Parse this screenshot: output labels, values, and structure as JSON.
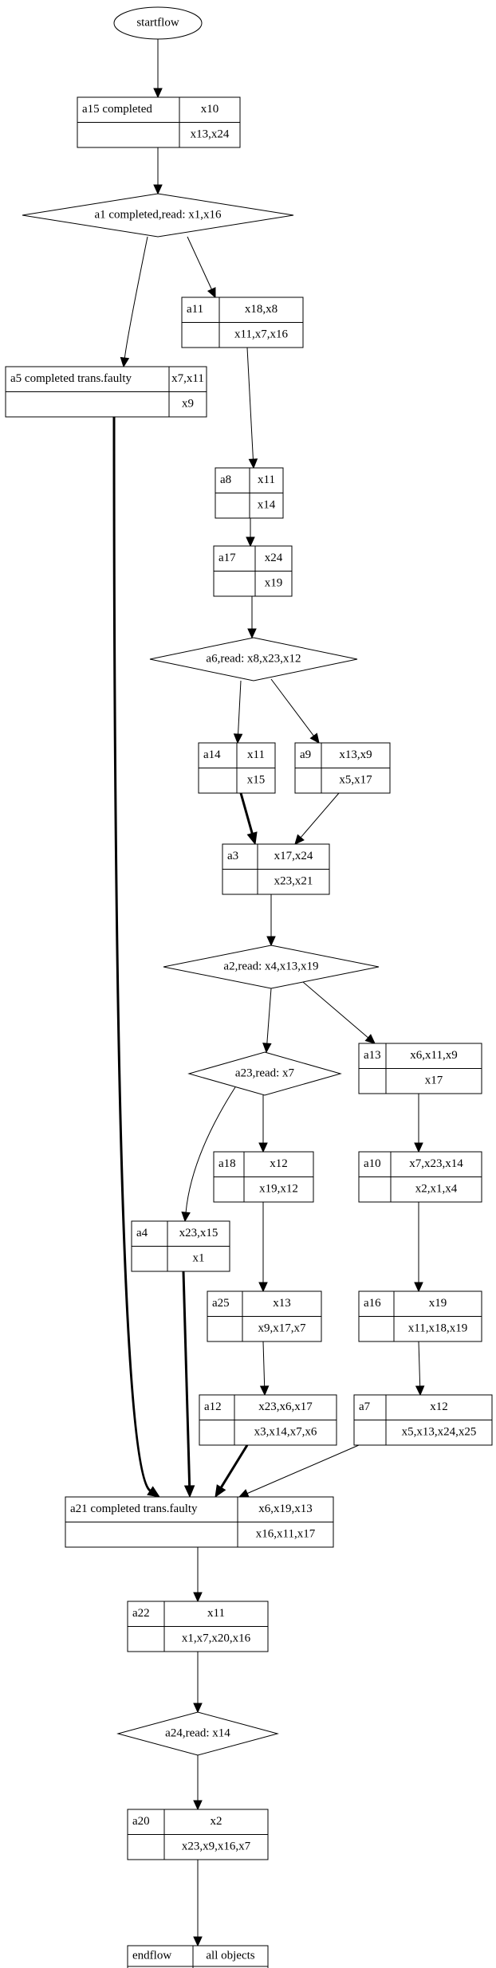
{
  "diagram": {
    "start": "startflow",
    "nodes": {
      "a15": {
        "name": "a15 completed",
        "top": "x10",
        "bottom": "x13,x24"
      },
      "a1": {
        "label": "a1 completed,read: x1,x16"
      },
      "a11": {
        "name": "a11",
        "top": "x18,x8",
        "bottom": "x11,x7,x16"
      },
      "a5": {
        "name": "a5 completed trans.faulty",
        "top": "x7,x11",
        "bottom": "x9"
      },
      "a8": {
        "name": "a8",
        "top": "x11",
        "bottom": "x14"
      },
      "a17": {
        "name": "a17",
        "top": "x24",
        "bottom": "x19"
      },
      "a6": {
        "label": "a6,read: x8,x23,x12"
      },
      "a14": {
        "name": "a14",
        "top": "x11",
        "bottom": "x15"
      },
      "a9": {
        "name": "a9",
        "top": "x13,x9",
        "bottom": "x5,x17"
      },
      "a3": {
        "name": "a3",
        "top": "x17,x24",
        "bottom": "x23,x21"
      },
      "a2": {
        "label": "a2,read: x4,x13,x19"
      },
      "a13": {
        "name": "a13",
        "top": "x6,x11,x9",
        "bottom": "x17"
      },
      "a23": {
        "label": "a23,read: x7"
      },
      "a18": {
        "name": "a18",
        "top": "x12",
        "bottom": "x19,x12"
      },
      "a10": {
        "name": "a10",
        "top": "x7,x23,x14",
        "bottom": "x2,x1,x4"
      },
      "a4": {
        "name": "a4",
        "top": "x23,x15",
        "bottom": "x1"
      },
      "a25": {
        "name": "a25",
        "top": "x13",
        "bottom": "x9,x17,x7"
      },
      "a16": {
        "name": "a16",
        "top": "x19",
        "bottom": "x11,x18,x19"
      },
      "a12": {
        "name": "a12",
        "top": "x23,x6,x17",
        "bottom": "x3,x14,x7,x6"
      },
      "a7": {
        "name": "a7",
        "top": "x12",
        "bottom": "x5,x13,x24,x25"
      },
      "a21": {
        "name": "a21 completed trans.faulty",
        "top": "x6,x19,x13",
        "bottom": "x16,x11,x17"
      },
      "a22": {
        "name": "a22",
        "top": "x11",
        "bottom": "x1,x7,x20,x16"
      },
      "a24": {
        "label": "a24,read: x14"
      },
      "a20": {
        "name": "a20",
        "top": "x2",
        "bottom": "x23,x9,x16,x7"
      },
      "endflow": {
        "name": "endflow",
        "top": "all objects",
        "bottom": ""
      }
    },
    "edges": [
      {
        "from": "start",
        "to": "a15",
        "bold": false
      },
      {
        "from": "a15",
        "to": "a1",
        "bold": false
      },
      {
        "from": "a1",
        "to": "a11",
        "bold": false
      },
      {
        "from": "a1",
        "to": "a5",
        "bold": false
      },
      {
        "from": "a11",
        "to": "a8",
        "bold": false
      },
      {
        "from": "a8",
        "to": "a17",
        "bold": false
      },
      {
        "from": "a17",
        "to": "a6",
        "bold": false
      },
      {
        "from": "a6",
        "to": "a14",
        "bold": false
      },
      {
        "from": "a6",
        "to": "a9",
        "bold": false
      },
      {
        "from": "a14",
        "to": "a3",
        "bold": true
      },
      {
        "from": "a9",
        "to": "a3",
        "bold": false
      },
      {
        "from": "a3",
        "to": "a2",
        "bold": false
      },
      {
        "from": "a2",
        "to": "a23",
        "bold": false
      },
      {
        "from": "a2",
        "to": "a13",
        "bold": false
      },
      {
        "from": "a23",
        "to": "a18",
        "bold": false
      },
      {
        "from": "a23",
        "to": "a4",
        "bold": false
      },
      {
        "from": "a13",
        "to": "a10",
        "bold": false
      },
      {
        "from": "a18",
        "to": "a25",
        "bold": false
      },
      {
        "from": "a10",
        "to": "a16",
        "bold": false
      },
      {
        "from": "a25",
        "to": "a12",
        "bold": false
      },
      {
        "from": "a16",
        "to": "a7",
        "bold": false
      },
      {
        "from": "a5",
        "to": "a21",
        "bold": true
      },
      {
        "from": "a4",
        "to": "a21",
        "bold": true
      },
      {
        "from": "a12",
        "to": "a21",
        "bold": true
      },
      {
        "from": "a7",
        "to": "a21",
        "bold": false
      },
      {
        "from": "a21",
        "to": "a22",
        "bold": false
      },
      {
        "from": "a22",
        "to": "a24",
        "bold": false
      },
      {
        "from": "a24",
        "to": "a20",
        "bold": false
      },
      {
        "from": "a20",
        "to": "endflow",
        "bold": false
      }
    ]
  }
}
